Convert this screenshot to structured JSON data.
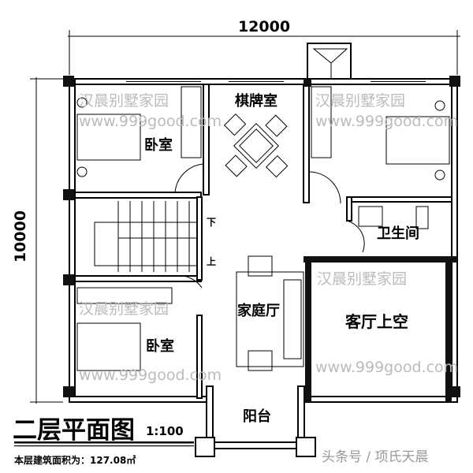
{
  "dimensions": {
    "width": "12000",
    "depth": "10000"
  },
  "rooms": {
    "bedroom_top_left": "卧室",
    "chess_room": "棋牌室",
    "bathroom": "卫生间",
    "family_room": "家庭厅",
    "living_void": "客厅上空",
    "bedroom_bottom_left": "卧室",
    "balcony": "阳台"
  },
  "stairs": {
    "down": "下",
    "up": "上"
  },
  "title": {
    "name": "二层平面图",
    "scale": "1:100"
  },
  "area_note": "本层建筑面积为：127.08㎡",
  "credit": "头条号 / 项氏天晨",
  "watermark": {
    "brand": "汉晨别墅家园",
    "url": "www.999good.com"
  }
}
